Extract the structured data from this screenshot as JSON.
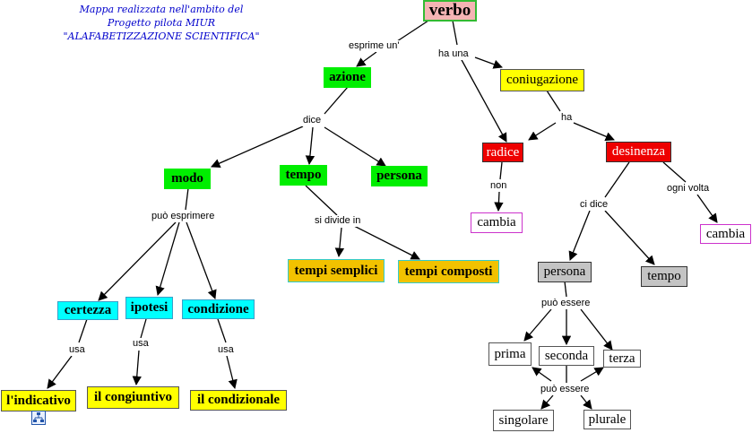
{
  "credits": {
    "line1": "Mappa realizzata nell'ambito del",
    "line2": "Progetto pilota MIUR",
    "line3": "\"ALAFABETIZZAZIONE SCIENTIFICA\""
  },
  "nodes": {
    "verbo": "verbo",
    "azione": "azione",
    "coniugazione": "coniugazione",
    "modo": "modo",
    "tempo": "tempo",
    "persona": "persona",
    "radice": "radice",
    "desinenza": "desinenza",
    "cambia_1": "cambia",
    "cambia_2": "cambia",
    "tempi_semplici": "tempi semplici",
    "tempi_composti": "tempi composti",
    "certezza": "certezza",
    "ipotesi": "ipotesi",
    "condizione": "condizione",
    "indicativo": "l'indicativo",
    "congiuntivo": "il congiuntivo",
    "condizionale": "il condizionale",
    "persona_2": "persona",
    "tempo_2": "tempo",
    "prima": "prima",
    "seconda": "seconda",
    "terza": "terza",
    "singolare": "singolare",
    "plurale": "plurale"
  },
  "links": {
    "esprime_un": "esprime un'",
    "ha_una": "ha una",
    "dice_1": "dice",
    "ha": "ha",
    "non": "non",
    "ogni_volta": "ogni volta",
    "ci_dice": "ci dice",
    "puo_esprimere": "può esprimere",
    "si_divide_in": "si divide in",
    "usa_1": "usa",
    "usa_2": "usa",
    "usa_3": "usa",
    "puo_essere_1": "può essere",
    "puo_essere_2": "può essere"
  },
  "colors": {
    "root": "#f5b4b4",
    "green": "#00ee00",
    "cyan": "#00ffff",
    "yellow": "#ffff00",
    "orange": "#f2c200",
    "red": "#ee0000",
    "gray": "#c4c4c4",
    "credit_text": "#0000cc"
  },
  "icons": {
    "submap": "sitemap-icon"
  }
}
